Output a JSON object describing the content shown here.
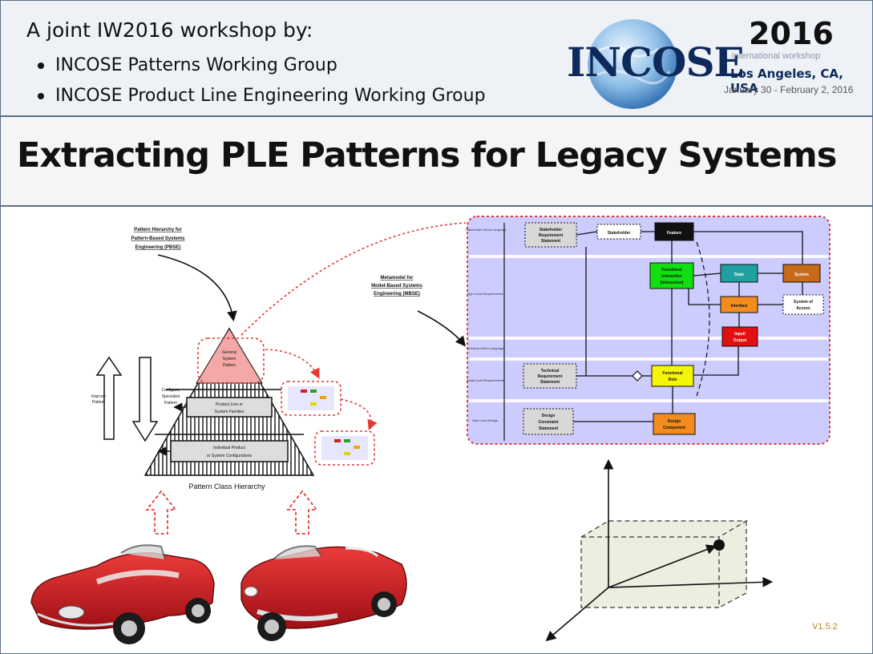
{
  "header": {
    "intro": "A joint IW2016 workshop by:",
    "groups": [
      "INCOSE Patterns Working Group",
      "INCOSE Product Line Engineering Working Group"
    ]
  },
  "logo": {
    "name": "INCOSE",
    "year": "2016",
    "subtitle": "international workshop",
    "location": "Los Angeles, CA, USA",
    "dates": "January 30 - February 2, 2016"
  },
  "title": "Extracting PLE Patterns for Legacy Systems",
  "pyramid": {
    "caption_top": [
      "Pattern Hierarchy for",
      "Pattern-Based Systems",
      "Engineering (PBSE)"
    ],
    "apex": [
      "General",
      "System",
      "Pattern"
    ],
    "middle": [
      "Product Line or",
      "System Families"
    ],
    "bottom": [
      "Individual Product",
      "or System Configurations"
    ],
    "caption_bottom": "Pattern Class Hierarchy",
    "arrow_up_label": [
      "Improve",
      "Pattern"
    ],
    "arrow_down_label": [
      "Configure,",
      "Specialize",
      "Pattern"
    ]
  },
  "metamodel": {
    "caption": [
      "Metamodel for",
      "Model-Based Systems",
      "Engineering (MBSE)"
    ],
    "rows": [
      "Stakeholder World Language",
      "High Level Requirements",
      "Technical World Language",
      "Detail Level Requirements",
      "High Level Design"
    ],
    "boxes": {
      "stakeholder_req": [
        "Stakeholder",
        "Requirement",
        "Statement"
      ],
      "stakeholder": "Stakeholder",
      "feature": "Feature",
      "functional_interaction": [
        "Functional",
        "Interaction",
        "(Interaction)"
      ],
      "state": "State",
      "system": "System",
      "interface": "Interface",
      "system_of_access": [
        "System of",
        "Access"
      ],
      "input_output": [
        "Input/",
        "Output"
      ],
      "technical_req": [
        "Technical",
        "Requirement",
        "Statement"
      ],
      "functional_role": [
        "Functional",
        "Role"
      ],
      "design_constraint": [
        "Design",
        "Constraint",
        "Statement"
      ],
      "design_component": [
        "Design",
        "Component"
      ]
    }
  },
  "version": "V1.5.2",
  "colors": {
    "header_border": "#5b6f86",
    "red": "#e53935",
    "metamodel_bg": "#ccccff",
    "green": "#10e010",
    "teal": "#20a0a0",
    "brown": "#c86a1a",
    "orange": "#f28c1e",
    "crimson": "#e01010",
    "yellow": "#f5f50a",
    "car_red": "#c8161d"
  }
}
